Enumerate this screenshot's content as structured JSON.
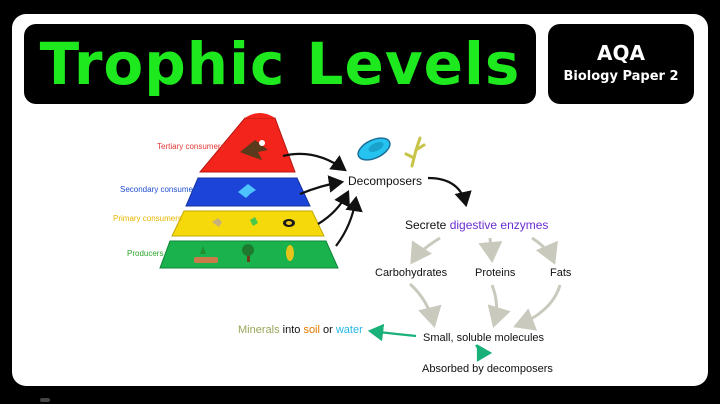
{
  "header": {
    "title": "Trophic Levels",
    "badge_line1": "AQA",
    "badge_line2": "Biology Paper 2"
  },
  "pyramid": {
    "levels": [
      {
        "label": "Tertiary consumers",
        "label_color": "#e53935",
        "fill": "#f2241b"
      },
      {
        "label": "Secondary consumers",
        "label_color": "#1f4fd0",
        "fill": "#1d44d8"
      },
      {
        "label": "Primary consumers",
        "label_color": "#e8b500",
        "fill": "#f5d90a"
      },
      {
        "label": "Producers",
        "label_color": "#2aa52a",
        "fill": "#19b24d"
      }
    ]
  },
  "flow": {
    "decomposers": "Decomposers",
    "secrete_prefix": "Secrete ",
    "secrete_highlight": "digestive enzymes",
    "secrete_highlight_color": "#6a2fd0",
    "carbohydrates": "Carbohydrates",
    "proteins": "Proteins",
    "fats": "Fats",
    "small_molecules": "Small, soluble molecules",
    "absorbed": "Absorbed by decomposers",
    "minerals_word": "Minerals",
    "minerals_color": "#9aa55a",
    "into": " into ",
    "soil": "soil",
    "soil_color": "#e07a00",
    "or": " or ",
    "water": "water",
    "water_color": "#28b6e6"
  },
  "colors": {
    "title_green": "#1ee81e",
    "arrow_dark": "#111111",
    "arrow_grey": "#c9c9bd",
    "arrow_green": "#1ab07a"
  }
}
